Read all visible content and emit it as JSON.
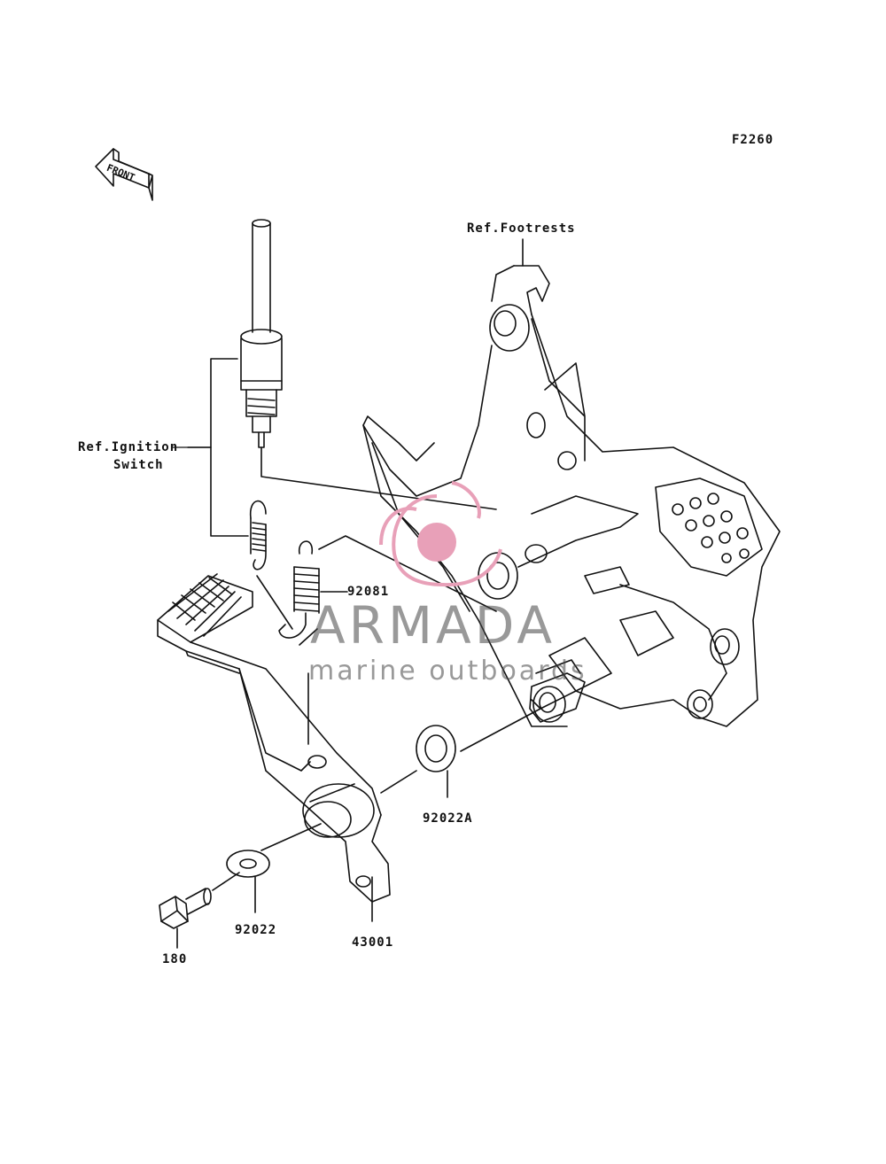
{
  "diagram": {
    "code": "F2260",
    "front_label": "FRONT",
    "ref_footrests": "Ref.Footrests",
    "ref_ignition_line1": "Ref.Ignition",
    "ref_ignition_line2": "Switch",
    "parts": [
      {
        "id": "p92081",
        "number": "92081"
      },
      {
        "id": "p92022A",
        "number": "92022A"
      },
      {
        "id": "p92022",
        "number": "92022"
      },
      {
        "id": "p43001",
        "number": "43001"
      },
      {
        "id": "p180",
        "number": "180"
      }
    ]
  },
  "watermark": {
    "brand": "ARMADA",
    "tagline": "marine outboards",
    "color": "#e8a0b8"
  }
}
